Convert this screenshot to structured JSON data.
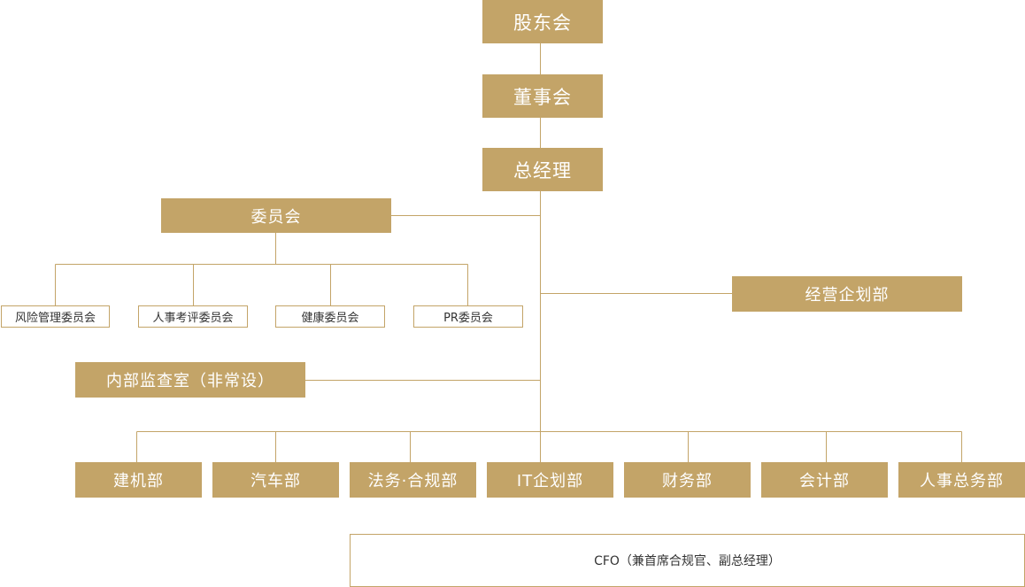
{
  "org": {
    "shareholders": "股东会",
    "board": "董事会",
    "president": "总经理",
    "committee": "委员会",
    "committees": [
      "风险管理委员会",
      "人事考评委员会",
      "健康委员会",
      "PR委员会"
    ],
    "planning": "经营企划部",
    "audit": "内部监查室（非常设）",
    "departments": [
      "建机部",
      "汽车部",
      "法务·合规部",
      "IT企划部",
      "财务部",
      "会计部",
      "人事总务部"
    ],
    "cfo_note": "CFO（兼首席合规官、副总经理）"
  },
  "colors": {
    "accent": "#c3a468",
    "text_dark": "#333333"
  }
}
